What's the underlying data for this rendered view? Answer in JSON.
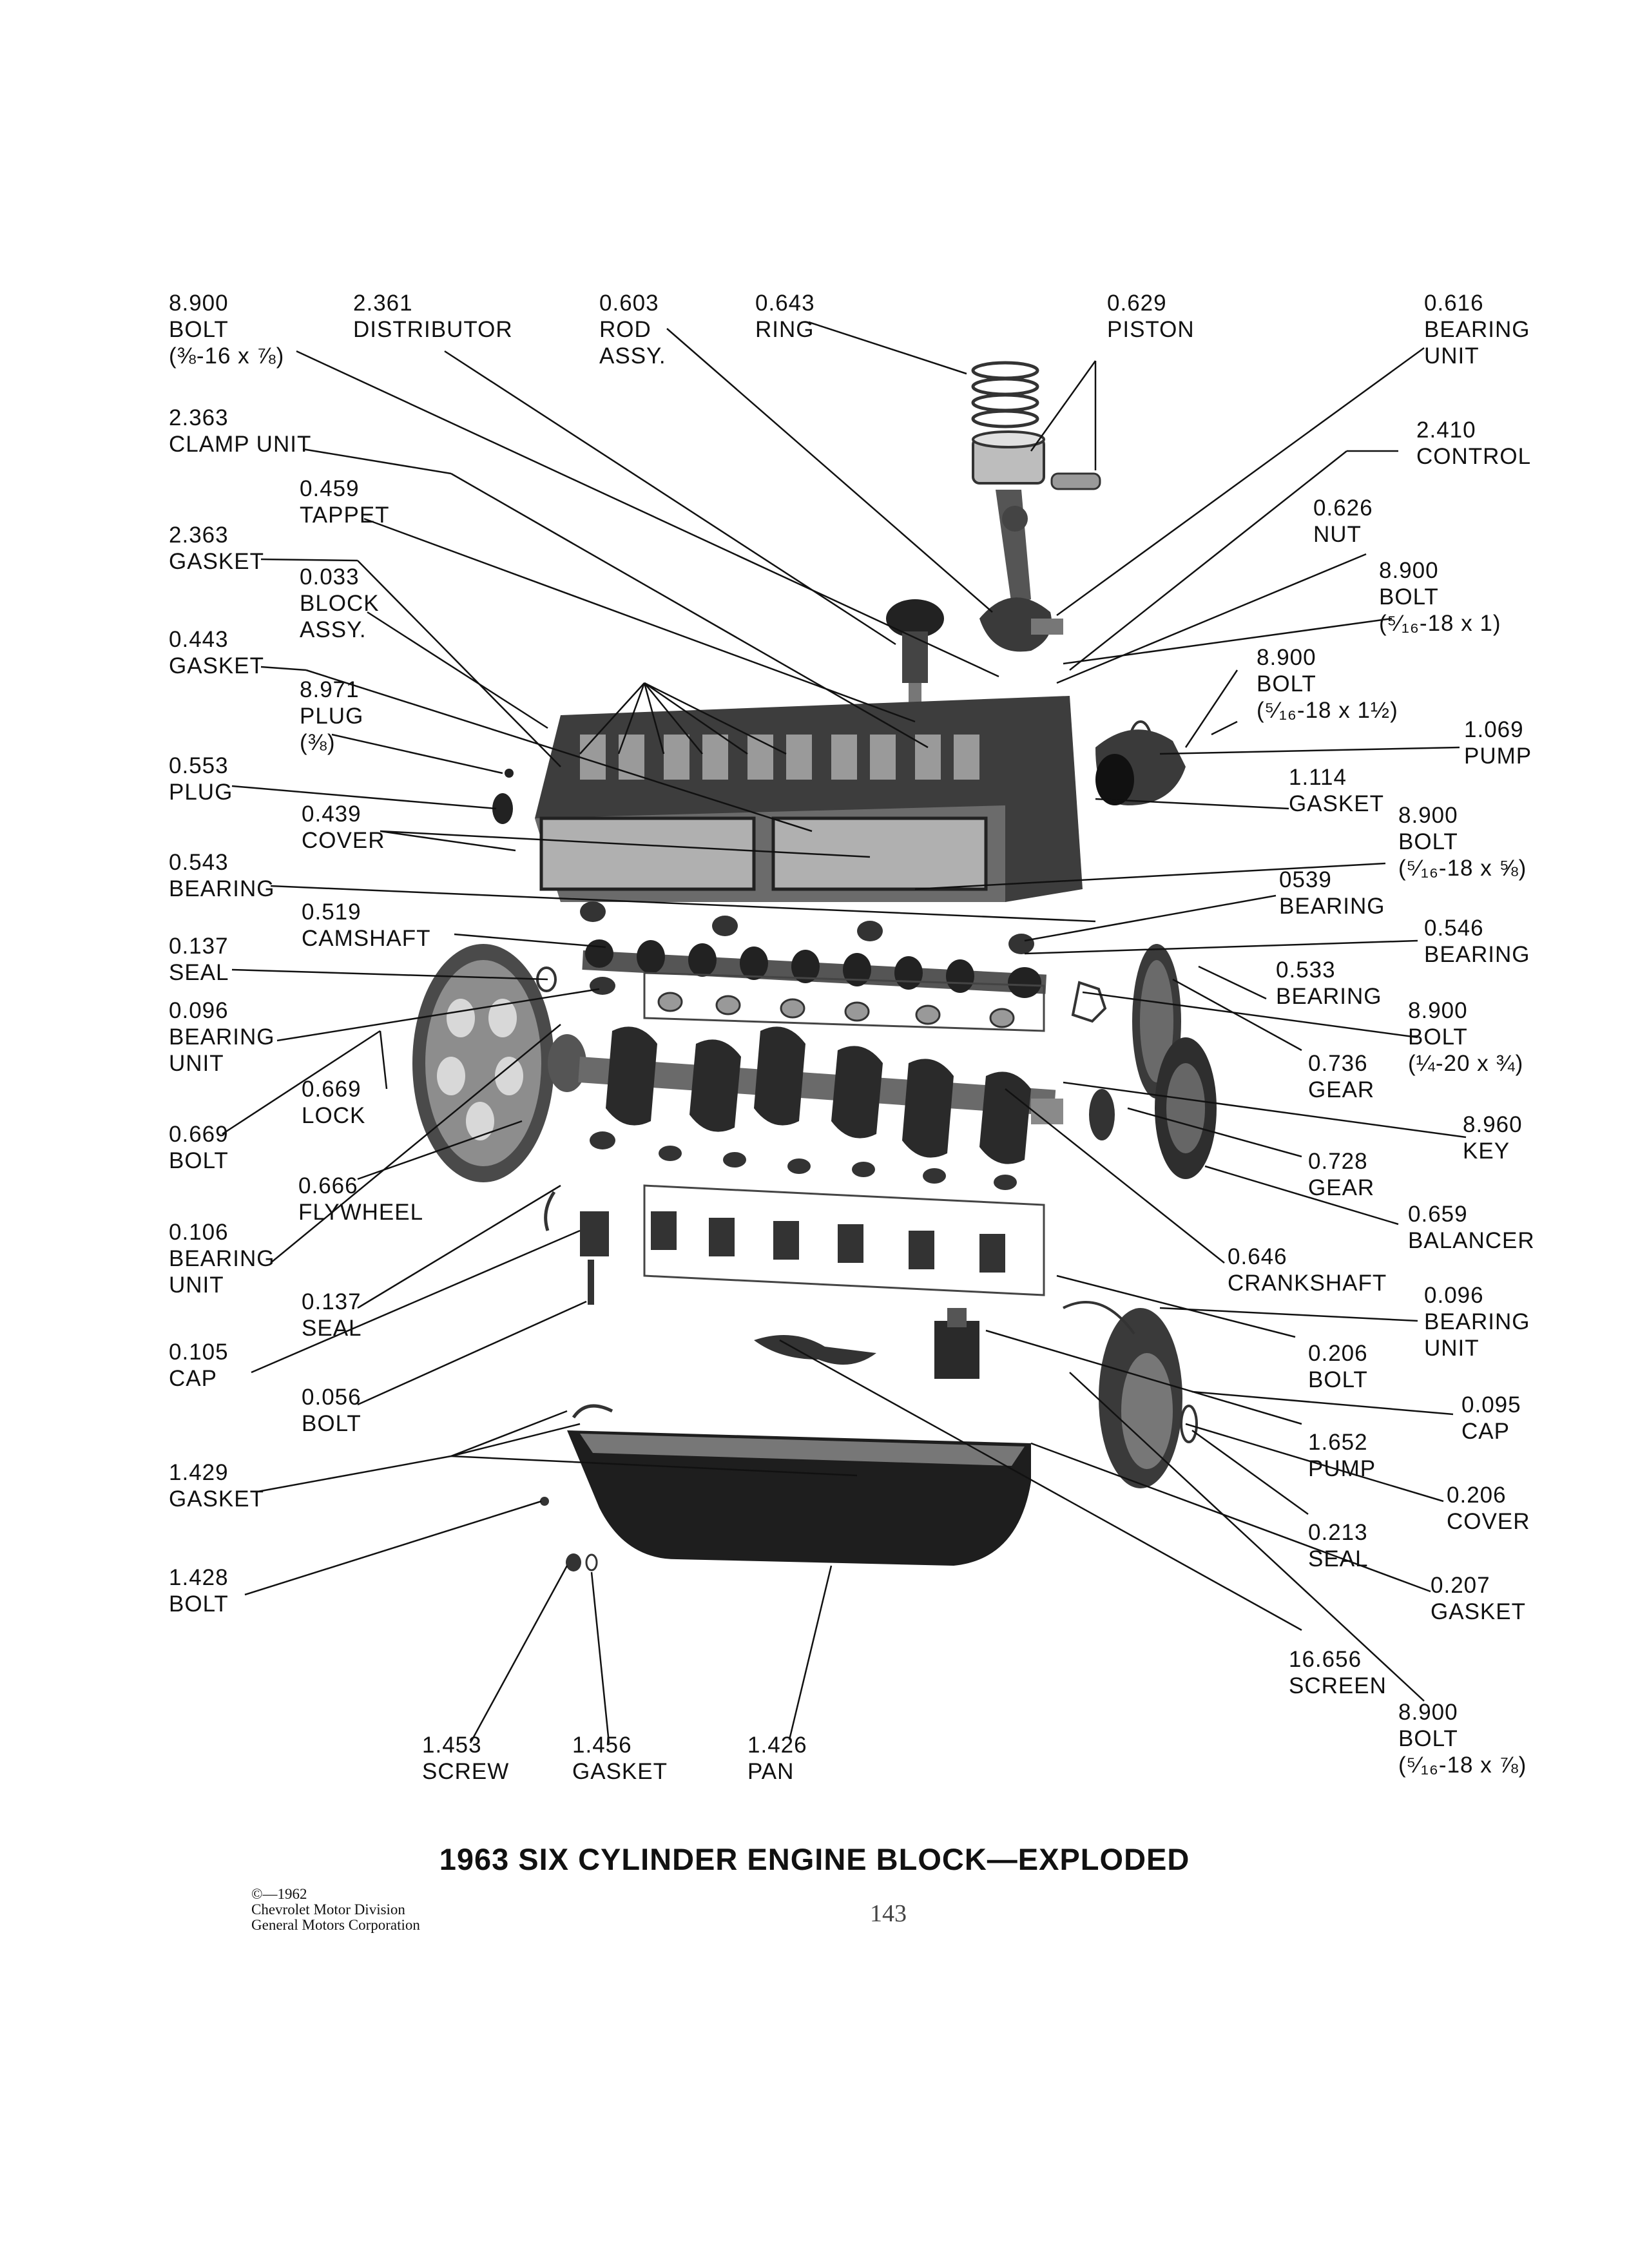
{
  "title": "1963 SIX CYLINDER ENGINE BLOCK—EXPLODED",
  "copyright": [
    "©—1962",
    "Chevrolet Motor Division",
    "General Motors Corporation"
  ],
  "page_number": "143",
  "labels": [
    {
      "id": "bolt-38-16",
      "num": "8.900",
      "lines": [
        "BOLT",
        "(⅜-16 x ⅞)"
      ]
    },
    {
      "id": "distributor",
      "num": "2.361",
      "lines": [
        "DISTRIBUTOR"
      ]
    },
    {
      "id": "rod-assy",
      "num": "0.603",
      "lines": [
        "ROD",
        "ASSY."
      ]
    },
    {
      "id": "ring",
      "num": "0.643",
      "lines": [
        "RING"
      ]
    },
    {
      "id": "piston",
      "num": "0.629",
      "lines": [
        "PISTON"
      ]
    },
    {
      "id": "bearing-unit-616",
      "num": "0.616",
      "lines": [
        "BEARING",
        "UNIT"
      ]
    },
    {
      "id": "clamp-unit",
      "num": "2.363",
      "lines": [
        "CLAMP  UNIT"
      ]
    },
    {
      "id": "control",
      "num": "2.410",
      "lines": [
        "CONTROL"
      ]
    },
    {
      "id": "tappet",
      "num": "0.459",
      "lines": [
        "TAPPET"
      ]
    },
    {
      "id": "nut",
      "num": "0.626",
      "lines": [
        "NUT"
      ]
    },
    {
      "id": "gasket-2363",
      "num": "2.363",
      "lines": [
        "GASKET"
      ]
    },
    {
      "id": "block-assy",
      "num": "0.033",
      "lines": [
        "BLOCK",
        "ASSY."
      ]
    },
    {
      "id": "bolt-516-18x1",
      "num": "8.900",
      "lines": [
        "BOLT",
        "(⁵⁄₁₆-18 x 1)"
      ]
    },
    {
      "id": "gasket-443",
      "num": "0.443",
      "lines": [
        "GASKET"
      ]
    },
    {
      "id": "bolt-516-18x112",
      "num": "8.900",
      "lines": [
        "BOLT",
        "(⁵⁄₁₆-18 x 1½)"
      ]
    },
    {
      "id": "plug-38",
      "num": "8.971",
      "lines": [
        "PLUG",
        "(⅜)"
      ]
    },
    {
      "id": "pump-1069",
      "num": "1.069",
      "lines": [
        "PUMP"
      ]
    },
    {
      "id": "plug-553",
      "num": "0.553",
      "lines": [
        "PLUG"
      ]
    },
    {
      "id": "gasket-1114",
      "num": "1.114",
      "lines": [
        "GASKET"
      ]
    },
    {
      "id": "cover-439",
      "num": "0.439",
      "lines": [
        "COVER"
      ]
    },
    {
      "id": "bolt-516-18x58",
      "num": "8.900",
      "lines": [
        "BOLT",
        "(⁵⁄₁₆-18 x ⅝)"
      ]
    },
    {
      "id": "bearing-543",
      "num": "0.543",
      "lines": [
        "BEARING"
      ]
    },
    {
      "id": "bearing-539",
      "num": "0539",
      "lines": [
        "BEARING"
      ]
    },
    {
      "id": "camshaft",
      "num": "0.519",
      "lines": [
        "CAMSHAFT"
      ]
    },
    {
      "id": "bearing-546",
      "num": "0.546",
      "lines": [
        "BEARING"
      ]
    },
    {
      "id": "seal-137a",
      "num": "0.137",
      "lines": [
        "SEAL"
      ]
    },
    {
      "id": "bearing-533",
      "num": "0.533",
      "lines": [
        "BEARING"
      ]
    },
    {
      "id": "bearing-unit-096a",
      "num": "0.096",
      "lines": [
        "BEARING",
        "UNIT"
      ]
    },
    {
      "id": "bolt-14-20",
      "num": "8.900",
      "lines": [
        "BOLT",
        "(¼-20 x ¾)"
      ]
    },
    {
      "id": "lock",
      "num": "0.669",
      "lines": [
        "LOCK"
      ]
    },
    {
      "id": "gear-736",
      "num": "0.736",
      "lines": [
        "GEAR"
      ]
    },
    {
      "id": "bolt-669",
      "num": "0.669",
      "lines": [
        "BOLT"
      ]
    },
    {
      "id": "key",
      "num": "8.960",
      "lines": [
        "KEY"
      ]
    },
    {
      "id": "gear-728",
      "num": "0.728",
      "lines": [
        "GEAR"
      ]
    },
    {
      "id": "flywheel",
      "num": "0.666",
      "lines": [
        "FLYWHEEL"
      ]
    },
    {
      "id": "balancer",
      "num": "0.659",
      "lines": [
        "BALANCER"
      ]
    },
    {
      "id": "bearing-unit-106",
      "num": "0.106",
      "lines": [
        "BEARING",
        "UNIT"
      ]
    },
    {
      "id": "crankshaft",
      "num": "0.646",
      "lines": [
        "CRANKSHAFT"
      ]
    },
    {
      "id": "seal-137b",
      "num": "0.137",
      "lines": [
        "SEAL"
      ]
    },
    {
      "id": "bearing-unit-096b",
      "num": "0.096",
      "lines": [
        "BEARING",
        "UNIT"
      ]
    },
    {
      "id": "cap-105",
      "num": "0.105",
      "lines": [
        "CAP"
      ]
    },
    {
      "id": "bolt-206",
      "num": "0.206",
      "lines": [
        "BOLT"
      ]
    },
    {
      "id": "bolt-056",
      "num": "0.056",
      "lines": [
        "BOLT"
      ]
    },
    {
      "id": "cap-095",
      "num": "0.095",
      "lines": [
        "CAP"
      ]
    },
    {
      "id": "pump-1652",
      "num": "1.652",
      "lines": [
        "PUMP"
      ]
    },
    {
      "id": "gasket-1429",
      "num": "1.429",
      "lines": [
        "GASKET"
      ]
    },
    {
      "id": "cover-206",
      "num": "0.206",
      "lines": [
        "COVER"
      ]
    },
    {
      "id": "seal-213",
      "num": "0.213",
      "lines": [
        "SEAL"
      ]
    },
    {
      "id": "bolt-1428",
      "num": "1.428",
      "lines": [
        "BOLT"
      ]
    },
    {
      "id": "gasket-207",
      "num": "0.207",
      "lines": [
        "GASKET"
      ]
    },
    {
      "id": "screen",
      "num": "16.656",
      "lines": [
        "SCREEN"
      ]
    },
    {
      "id": "bolt-516-18x78",
      "num": "8.900",
      "lines": [
        "BOLT",
        "(⁵⁄₁₆-18 x ⅞)"
      ]
    },
    {
      "id": "screw-1453",
      "num": "1.453",
      "lines": [
        "SCREW"
      ]
    },
    {
      "id": "gasket-1456",
      "num": "1.456",
      "lines": [
        "GASKET"
      ]
    },
    {
      "id": "pan",
      "num": "1.426",
      "lines": [
        "PAN"
      ]
    }
  ]
}
